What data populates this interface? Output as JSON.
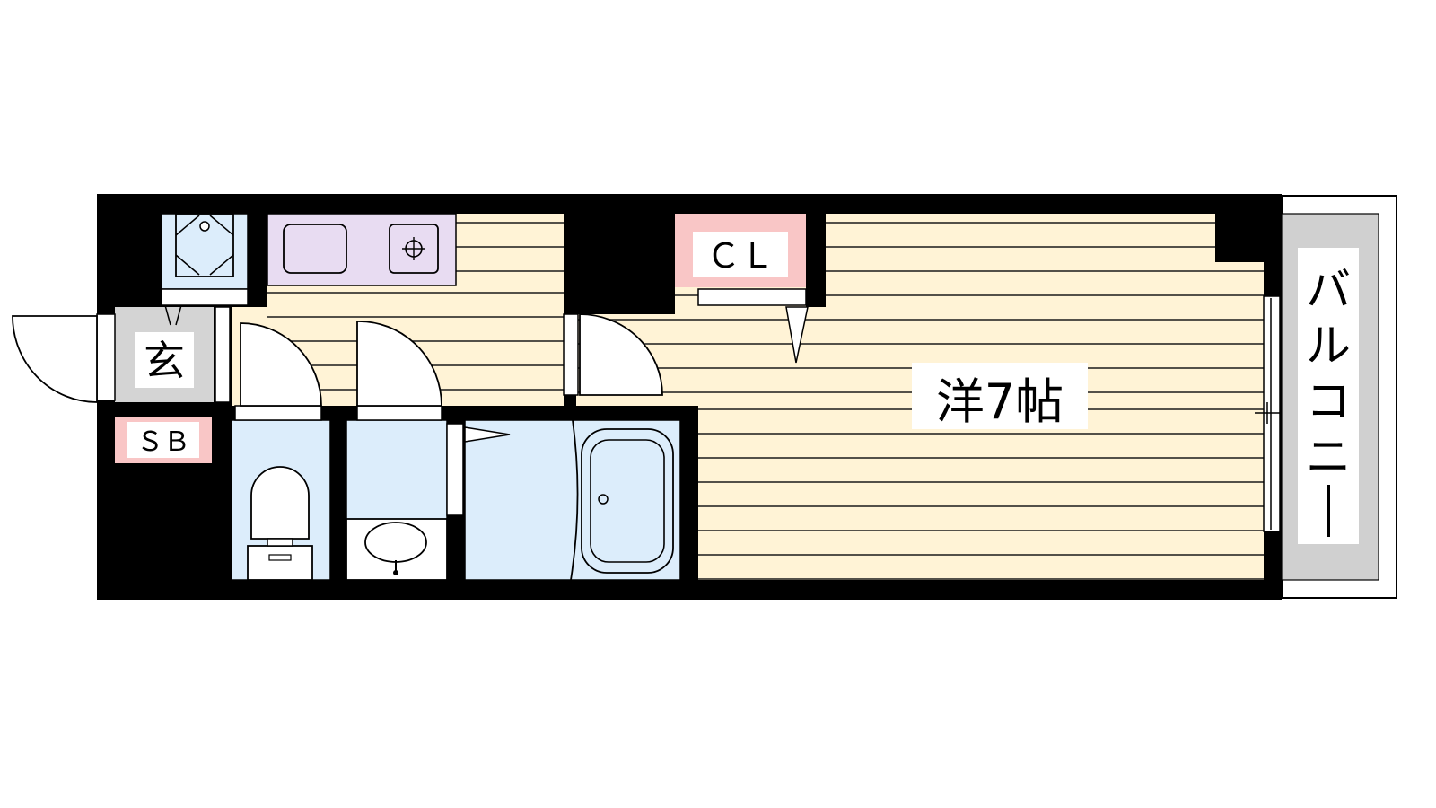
{
  "labels": {
    "entrance": "玄",
    "shoe_box": "ＳＢ",
    "closet": "ＣＬ",
    "room": "洋7帖",
    "balcony": [
      "バ",
      "ル",
      "コ",
      "ニ",
      "ー"
    ]
  },
  "colors": {
    "wall": "#000000",
    "floor": "#fff3d6",
    "floor_line": "#1a1a1a",
    "wet_area": "#dcedfb",
    "kitchen": "#e8dcf2",
    "tag_pink": "#f9c6c6",
    "entrance_gray": "#d4d4d4",
    "balcony_gray": "#d0d0d0"
  }
}
